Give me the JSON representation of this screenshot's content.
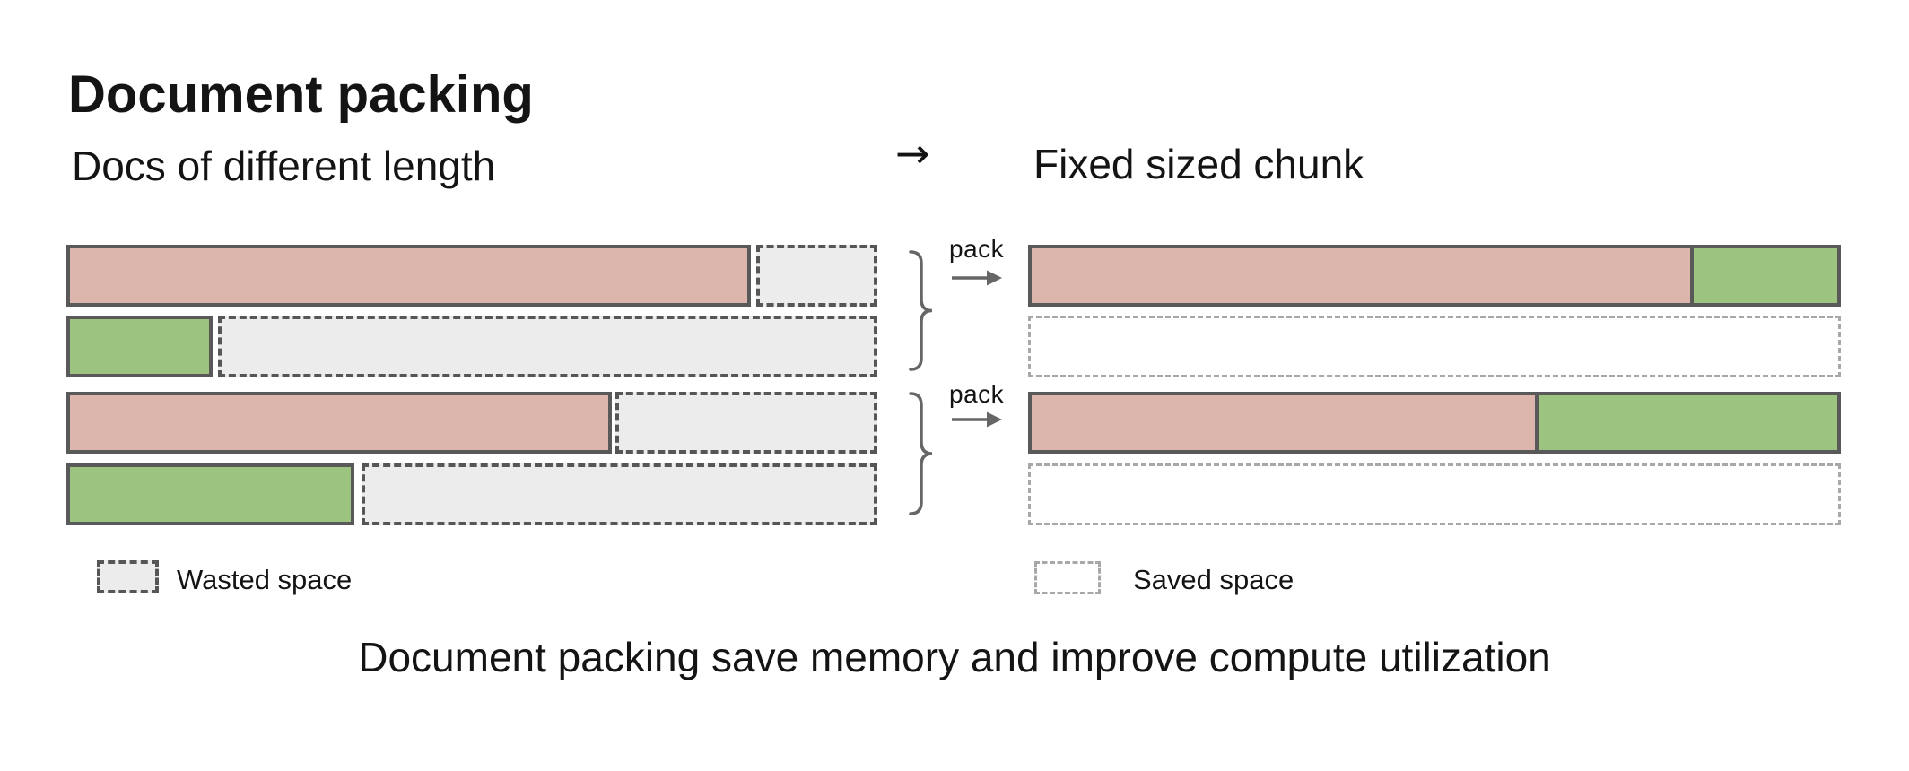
{
  "colors": {
    "background": "#ffffff",
    "text": "#141414",
    "doc_pink": "#dcb5ad",
    "doc_green": "#9cc480",
    "bar_border": "#595959",
    "wasted_fill": "#ececec",
    "wasted_border": "#565656",
    "saved_border": "#a8a8a8",
    "connector_gray": "#666666"
  },
  "header": {
    "title": "Document packing",
    "subtitle": "Docs of different length",
    "arrow_glyph": "→",
    "right_heading": "Fixed sized chunk"
  },
  "left_panel": {
    "rows": [
      {
        "doc_color": "pink",
        "doc_pct": 84.4,
        "wasted_left_pct": 85.1
      },
      {
        "doc_color": "green",
        "doc_pct": 18.0,
        "wasted_left_pct": 18.7
      },
      {
        "doc_color": "pink",
        "doc_pct": 67.3,
        "wasted_left_pct": 67.7
      },
      {
        "doc_color": "green",
        "doc_pct": 35.5,
        "wasted_left_pct": 36.4
      }
    ]
  },
  "pack_groups": [
    {
      "label": "pack"
    },
    {
      "label": "pack"
    }
  ],
  "right_panel": {
    "rows": [
      {
        "type": "chunk",
        "segments": [
          {
            "color": "pink",
            "pct": 82.2
          },
          {
            "color": "green",
            "pct": 17.8
          }
        ]
      },
      {
        "type": "saved"
      },
      {
        "type": "chunk",
        "segments": [
          {
            "color": "pink",
            "pct": 62.9
          },
          {
            "color": "green",
            "pct": 37.1
          }
        ]
      },
      {
        "type": "saved"
      }
    ]
  },
  "legend": [
    {
      "swatch": "wasted",
      "label": "Wasted space"
    },
    {
      "swatch": "saved",
      "label": "Saved space"
    }
  ],
  "caption": "Document packing save memory and improve compute utilization"
}
